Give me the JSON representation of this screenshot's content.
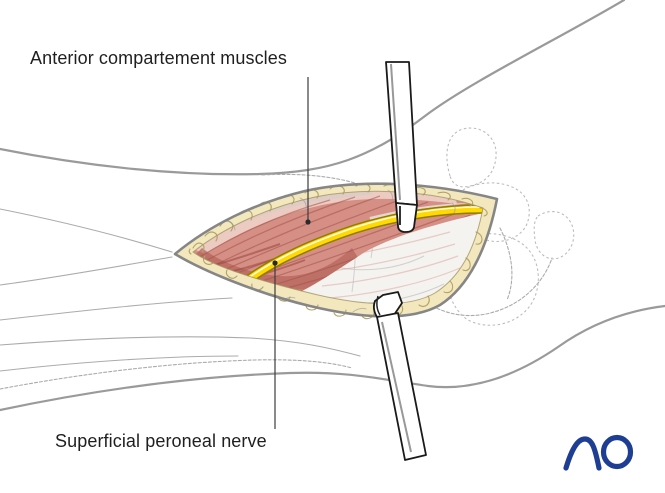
{
  "figure": {
    "type": "surgical-anatomy-illustration",
    "subject": "Anterolateral approach to the ankle with retractors, exposed anterior compartment muscles and superficial peroneal nerve",
    "labels": [
      {
        "text": "Anterior compartement muscles",
        "target": "anterior-compartment-muscles"
      },
      {
        "text": "Superficial peroneal nerve",
        "target": "superficial-peroneal-nerve"
      }
    ],
    "logo": {
      "text": "AO",
      "color": "#1d3e92"
    },
    "colors": {
      "background": "#ffffff",
      "wound_outline": "#868686",
      "contour_line": "#9a9a9a",
      "bone_dotted_line": "#bcbcbc",
      "fat_yellow": "#f3e8bd",
      "fat_lobule": "#b3a26a",
      "muscle_light": "#eed2c9",
      "muscle_mid": "#d68f85",
      "muscle_deep": "#b5645c",
      "muscle_striation": "#a0524c",
      "nerve_yellow": "#ffd900",
      "nerve_edge": "#8f7d00",
      "nerve_highlight": "#ffffff",
      "fascia_white": "#f4f3f0",
      "retractor_fill": "#ffffff",
      "retractor_outline": "#1a1a1a",
      "leader_line": "#3c3c3c",
      "label_text": "#1f1f1f"
    }
  }
}
